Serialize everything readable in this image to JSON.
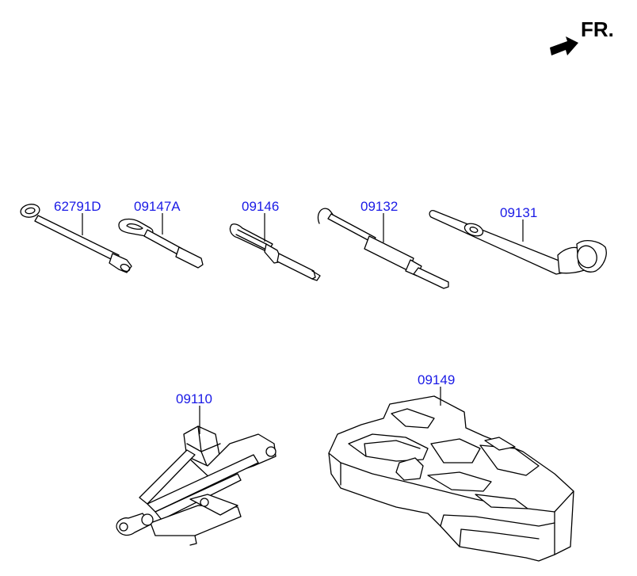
{
  "orientation": {
    "label": "FR.",
    "icon": "front-direction-arrow-icon"
  },
  "parts": [
    {
      "id": "62791D",
      "name": "lug-wrench-rod"
    },
    {
      "id": "09147A",
      "name": "towing-hook"
    },
    {
      "id": "09146",
      "name": "screwdriver"
    },
    {
      "id": "09132",
      "name": "jack-handle-rod"
    },
    {
      "id": "09131",
      "name": "wheel-nut-wrench"
    },
    {
      "id": "09110",
      "name": "scissor-jack"
    },
    {
      "id": "09149",
      "name": "tool-tray"
    }
  ],
  "colors": {
    "label": "#1a1ae6",
    "line": "#000000",
    "background": "#ffffff"
  }
}
